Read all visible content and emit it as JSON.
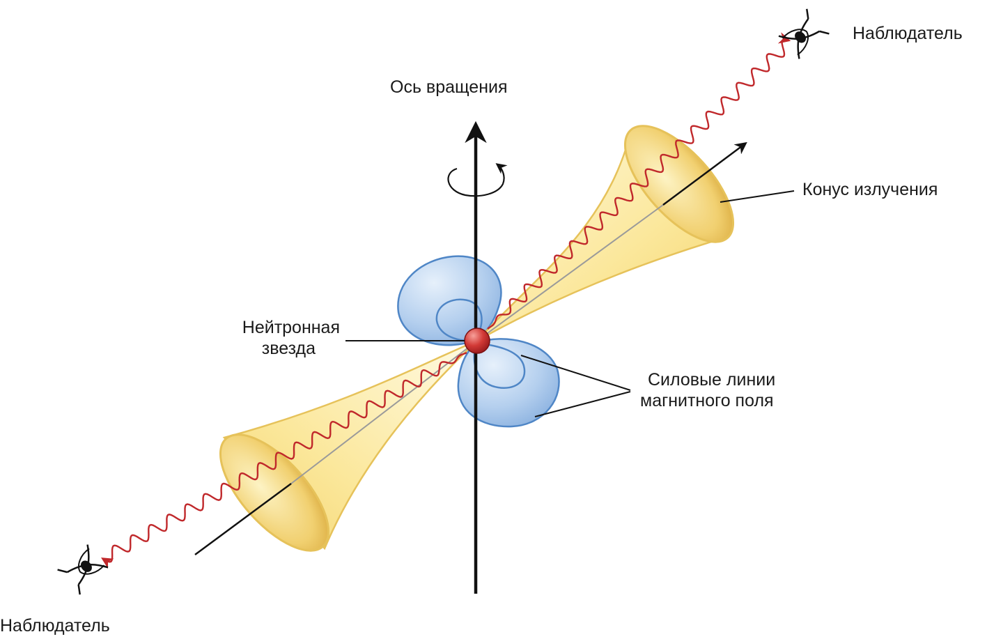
{
  "labels": {
    "observer_top": "Наблюдатель",
    "observer_bottom": "Наблюдатель",
    "rotation_axis": "Ось вращения",
    "radiation_cone": "Конус излучения",
    "neutron_star_line1": "Нейтронная",
    "neutron_star_line2": "звезда",
    "field_lines_line1": "Силовые линии",
    "field_lines_line2": "магнитного поля"
  },
  "colors": {
    "cone_fill": "#fbe79a",
    "cone_stroke": "#e6c25a",
    "lobe_fill": "#a9c8ea",
    "lobe_stroke": "#4f86c6",
    "star": "#c0282b",
    "wave": "#c0282b",
    "axis": "#111111"
  },
  "icons": {
    "observer": "eye-icon",
    "rotation": "rotation-arrow-icon"
  }
}
